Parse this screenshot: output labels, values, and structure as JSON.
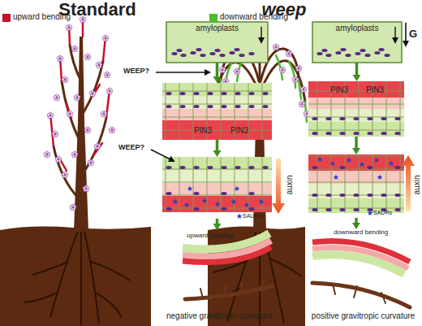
{
  "diagram": {
    "nodes": [
      {
        "text": [
          "amyloplasts"
        ]
      },
      {
        "text": [
          "PIN3",
          "PIN3"
        ]
      },
      {
        "text": [
          "SAURs"
        ]
      },
      {
        "text": [
          "upward bending"
        ]
      },
      {
        "text": [
          "amyloplasts"
        ]
      },
      {
        "text": [
          "PIN3",
          "PIN3"
        ]
      },
      {
        "text": [
          "SAURs"
        ]
      },
      {
        "text": [
          "downward bending"
        ]
      }
    ],
    "edges": [
      {
        "from": 0,
        "to": 1,
        "arrow": "to"
      },
      {
        "from": 1,
        "to": 2,
        "arrow": "to"
      },
      {
        "from": 2,
        "to": 3,
        "arrow": "to"
      },
      {
        "from": 4,
        "to": 5,
        "arrow": "to"
      },
      {
        "from": 5,
        "to": 6,
        "arrow": "to"
      },
      {
        "from": 6,
        "to": 7,
        "arrow": "to"
      }
    ],
    "labels": [
      "Standard",
      "weep",
      "WEEP?",
      "WEEP?",
      "auxin",
      "auxin",
      "G",
      "negative gravitropic curvature",
      "positive gravitropic curvature"
    ],
    "legend": [
      {
        "text": "upward bending",
        "color": "#c8102e"
      },
      {
        "text": "downward bending",
        "color": "#4cbb2c"
      }
    ]
  }
}
